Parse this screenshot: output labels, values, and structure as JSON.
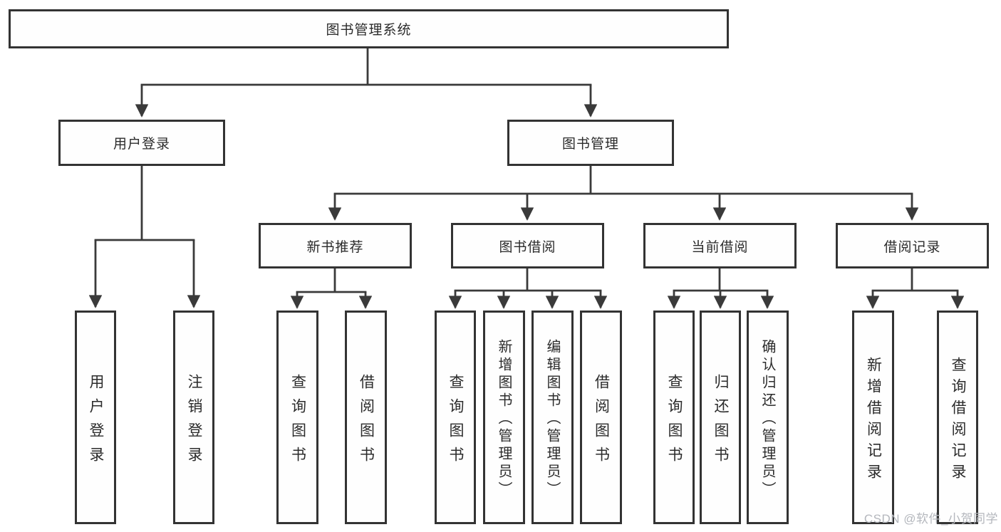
{
  "diagram": {
    "title": "图书管理系统",
    "level2": {
      "user_login": "用户登录",
      "book_management": "图书管理"
    },
    "level3": {
      "new_book_recommendation": "新书推荐",
      "book_borrowing": "图书借阅",
      "current_borrowing": "当前借阅",
      "borrowing_records": "借阅记录"
    },
    "leaves": {
      "user_login": [
        "用户登录",
        "注销登录"
      ],
      "new_book_recommendation": [
        "查询图书",
        "借阅图书"
      ],
      "book_borrowing": [
        "查询图书",
        "新增图书（管理员）",
        "编辑图书（管理员）",
        "借阅图书"
      ],
      "current_borrowing": [
        "查询图书",
        "归还图书",
        "确认归还（管理员）"
      ],
      "borrowing_records": [
        "新增借阅记录",
        "查询借阅记录"
      ]
    }
  },
  "watermark": "CSDN @软件_小贺同学",
  "colors": {
    "line": "#3a3a3a",
    "box_border": "#333333",
    "text": "#2b2b2b",
    "watermark": "#b4b7bd",
    "background": "#ffffff"
  }
}
